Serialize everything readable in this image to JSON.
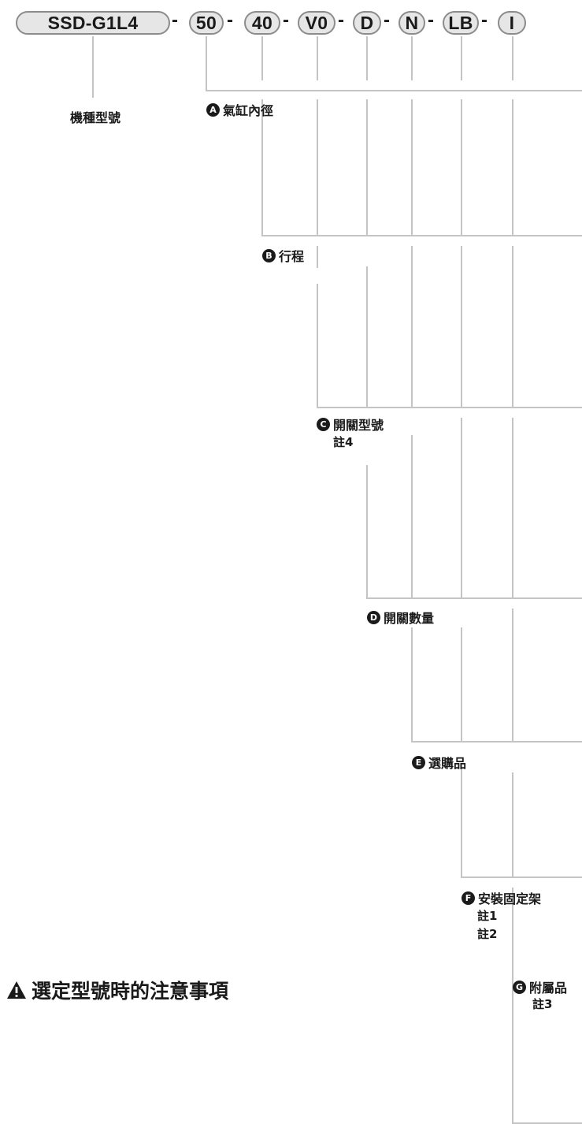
{
  "model_code": {
    "series": "SSD-G1L4",
    "separator": "-",
    "bore": "50",
    "stroke": "40",
    "switch": "V0",
    "switch_qty": "D",
    "option": "N",
    "mounting": "LB",
    "accessory": "I"
  },
  "labels": {
    "model_name": "機種型號",
    "bore": "氣缸內徑",
    "stroke": "行程",
    "switch": "開關型號",
    "switch_qty": "開關數量",
    "option": "選購品",
    "mounting": "安裝固定架",
    "accessory": "附屬品"
  },
  "badges": {
    "bore": "A",
    "stroke": "B",
    "switch": "C",
    "switch_qty": "D",
    "option": "E",
    "mounting": "F",
    "accessory": "G"
  },
  "notes": {
    "switch": "註4",
    "mounting_1": "註1",
    "mounting_2": "註2",
    "accessory": "註3"
  },
  "warning": {
    "title": "選定型號時的注意事項",
    "icon": "warning-triangle-icon"
  },
  "colors": {
    "pill_fill": "#e6e6e6",
    "pill_border": "#8c8c8c",
    "leader_line": "#c4c4c4",
    "text": "#1a1a1a"
  }
}
